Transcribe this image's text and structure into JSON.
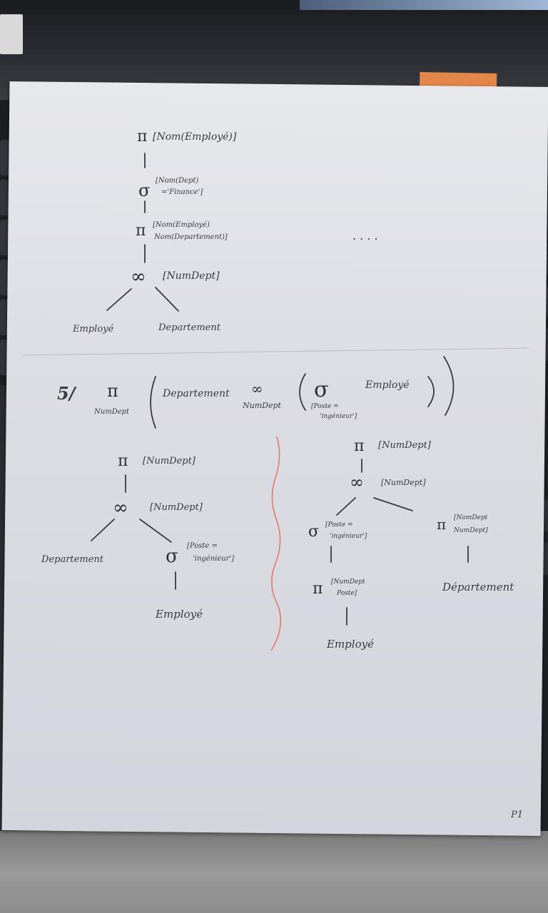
{
  "page_label": "P1",
  "exercise_number": "5/",
  "symbols": {
    "projection": "π",
    "selection": "σ",
    "join": "∞"
  },
  "tree1": {
    "projection": "[Nom(Employé)]",
    "selection_line1": "[Nom(Dept)",
    "selection_line2": "='Finance']",
    "projection2_line1": "[Nom(Employé)",
    "projection2_line2": "Nom(Departement)]",
    "join": "[NumDept]",
    "left_leaf": "Employé",
    "right_leaf": "Departement",
    "dots": ". . . ."
  },
  "formula": {
    "proj_sub": "NumDept",
    "relation": "Departement",
    "join_sub": "NumDept",
    "selection_cond_line1": "[Poste =",
    "selection_cond_line2": "'ingénieur']",
    "inner_relation": "Employé"
  },
  "tree2": {
    "projection": "[NumDept]",
    "join": "[NumDept]",
    "left_leaf": "Departement",
    "selection_line1": "[Poste =",
    "selection_line2": "'ingénieur']",
    "bottom_leaf": "Employé"
  },
  "tree3": {
    "projection": "[NumDept]",
    "join": "[NumDept]",
    "selection_line1": "[Poste =",
    "selection_line2": "'ingénieur']",
    "right_projection_line1": "[NomDept",
    "right_projection_line2": "NumDept]",
    "projection_low_line1": "[NumDept",
    "projection_low_line2": "Poste]",
    "left_leaf": "Employé",
    "right_leaf": "Département"
  },
  "colors": {
    "ink": "#3a3a3f",
    "separator_red": "#e07a6a",
    "paper": "#e2e3e8"
  }
}
